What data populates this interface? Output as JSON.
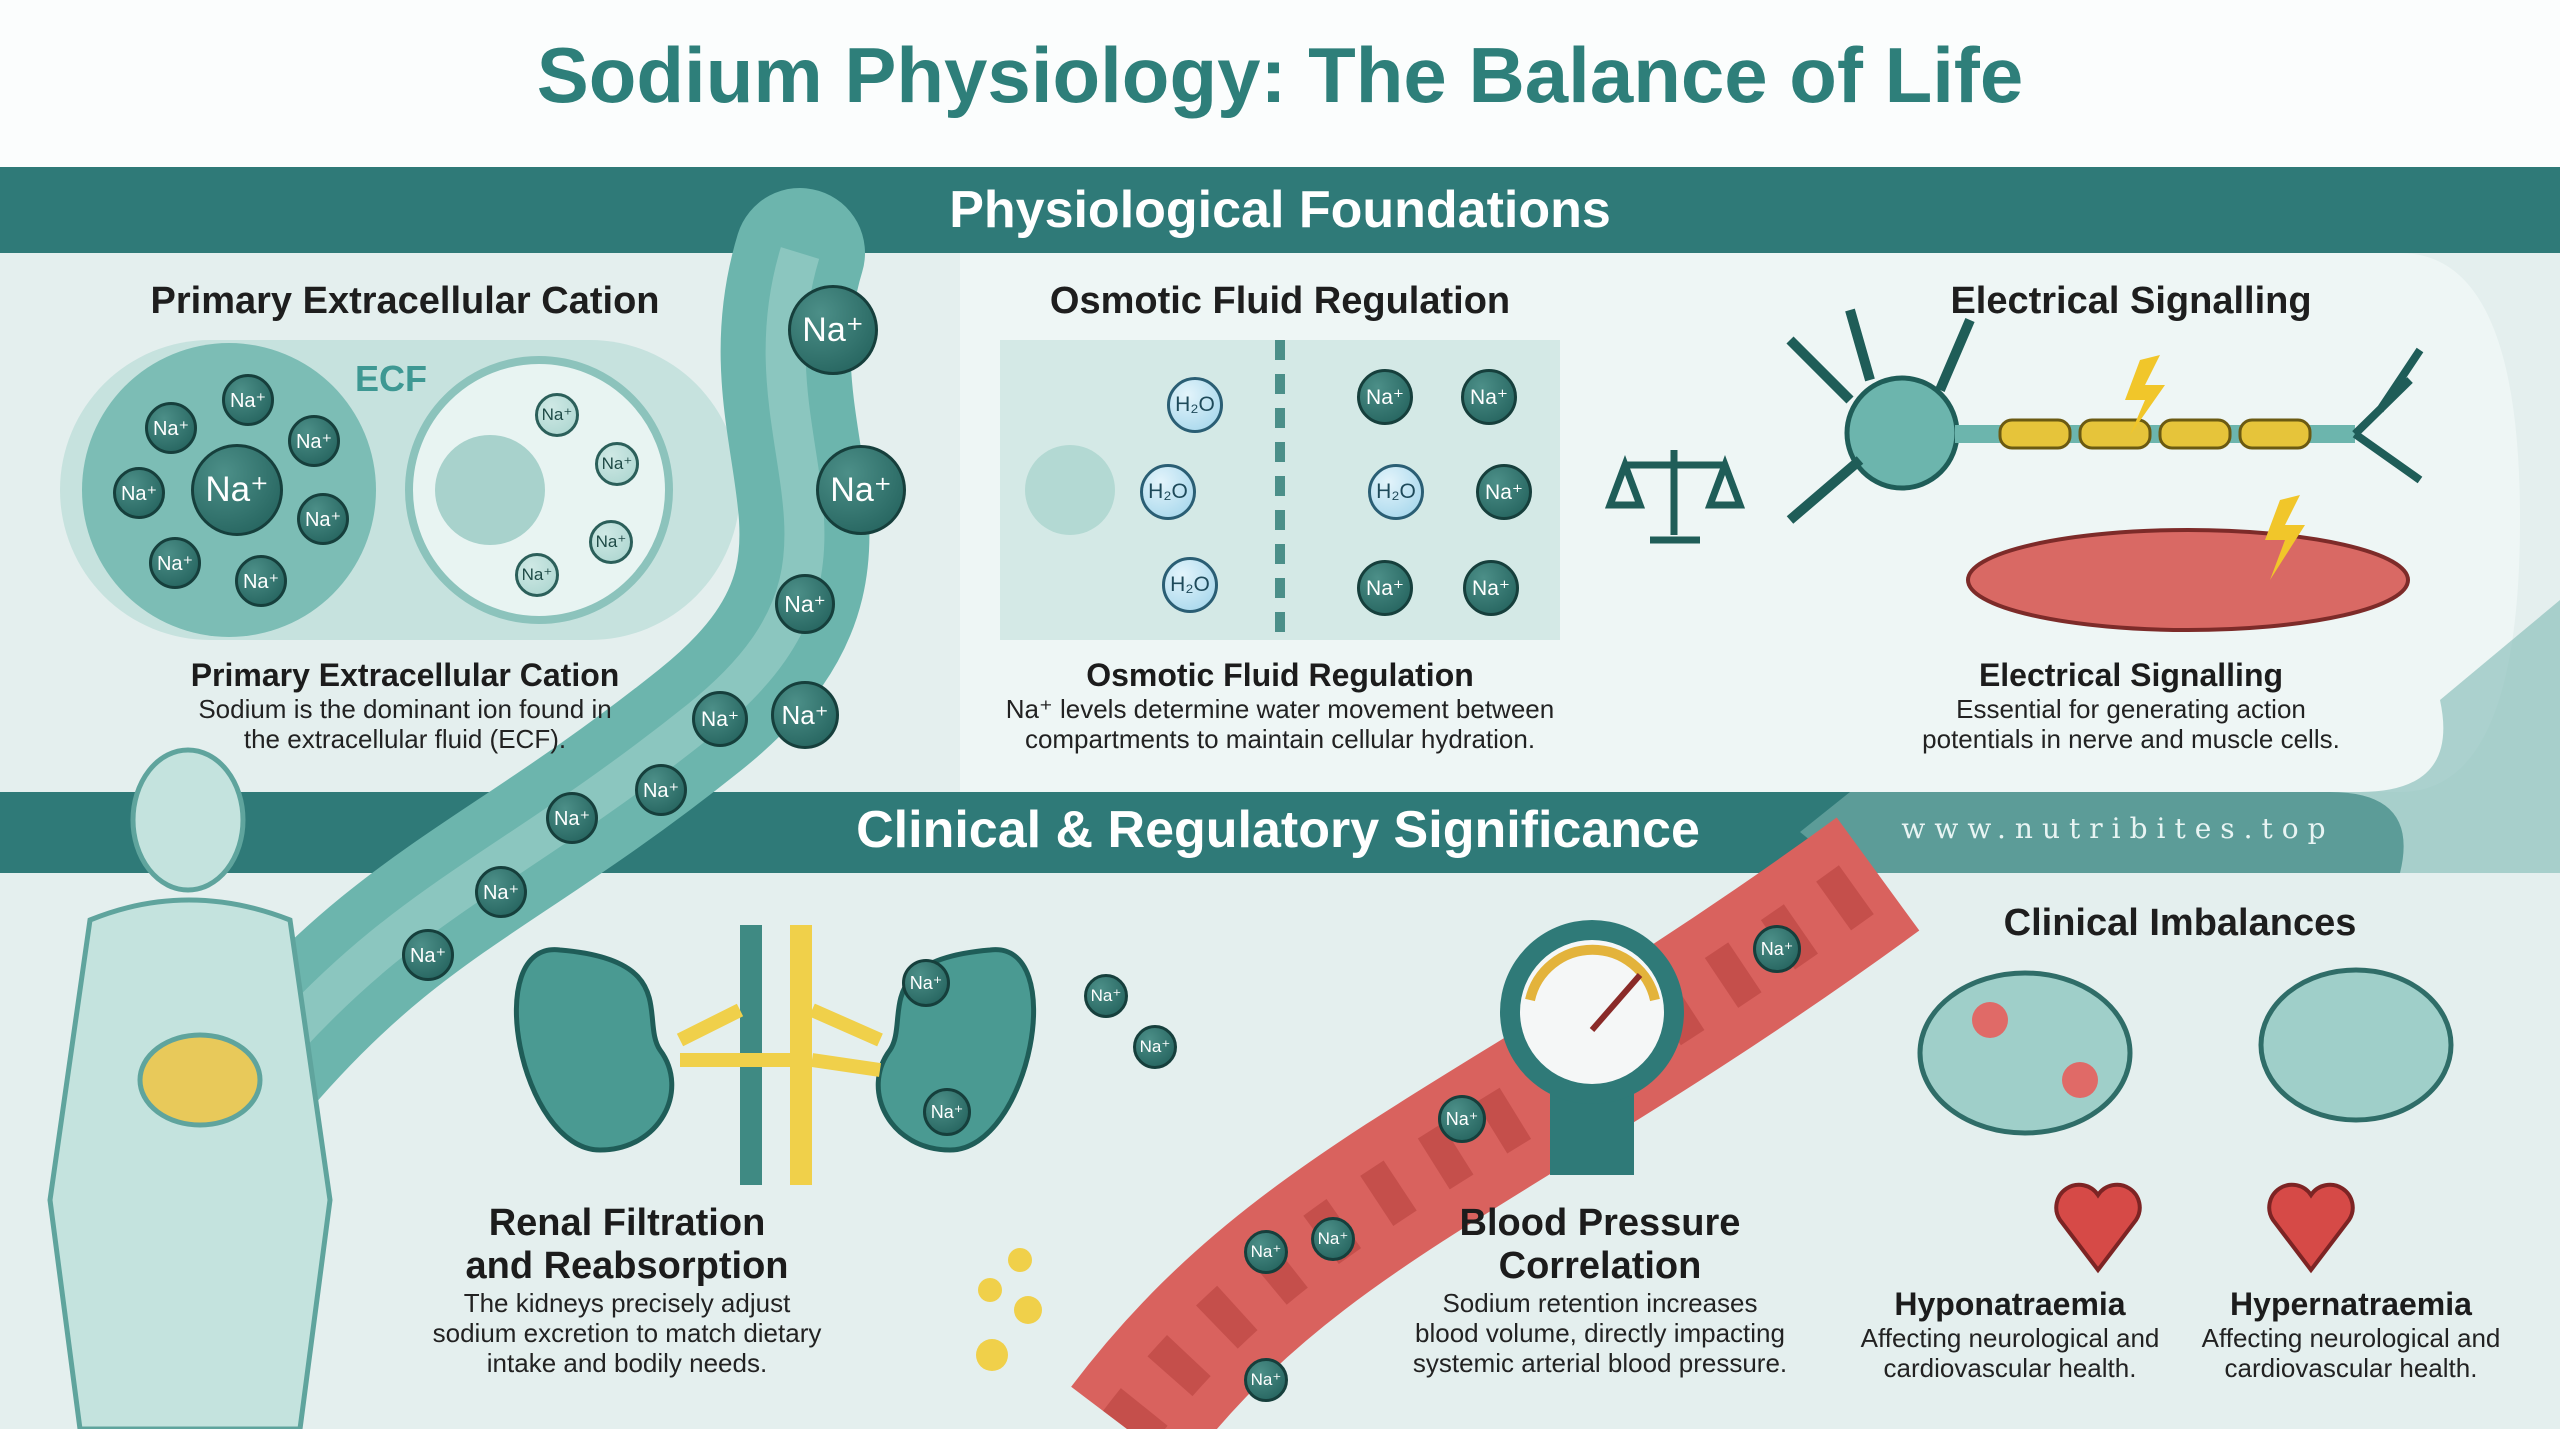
{
  "title": "Sodium Physiology: The Balance of Life",
  "sections": {
    "foundations": "Physiological Foundations",
    "clinical": "Clinical & Regulatory Significance"
  },
  "watermark": "www.nutribites.top",
  "labels": {
    "ion": "Na⁺",
    "water": "H₂O",
    "ecf": "ECF"
  },
  "foundations": [
    {
      "heading": "Primary Extracellular Cation",
      "title": "Primary Extracellular Cation",
      "desc": [
        "Sodium is the dominant ion found in",
        "the extracellular fluid (ECF)."
      ]
    },
    {
      "heading": "Osmotic Fluid Regulation",
      "title": "Osmotic Fluid Regulation",
      "desc": [
        "Na⁺ levels determine water movement between",
        "compartments to maintain cellular hydration."
      ]
    },
    {
      "heading": "Electrical Signalling",
      "title": "Electrical Signalling",
      "desc": [
        "Essential for generating action",
        "potentials in nerve and muscle cells."
      ]
    }
  ],
  "clinical": {
    "renal": {
      "title": [
        "Renal Filtration",
        "and Reabsorption"
      ],
      "desc": [
        "The kidneys precisely adjust",
        "sodium excretion to match dietary",
        "intake and bodily needs."
      ]
    },
    "bp": {
      "title": [
        "Blood Pressure",
        "Correlation"
      ],
      "desc": [
        "Sodium retention increases",
        "blood volume, directly impacting",
        "systemic arterial blood pressure."
      ]
    },
    "imbalances": {
      "heading": "Clinical Imbalances",
      "items": [
        {
          "title": "Hyponatraemia",
          "desc": [
            "Affecting neurological and",
            "cardiovascular health."
          ]
        },
        {
          "title": "Hypernatraemia",
          "desc": [
            "Affecting neurological and",
            "cardiovascular health."
          ]
        }
      ]
    }
  }
}
